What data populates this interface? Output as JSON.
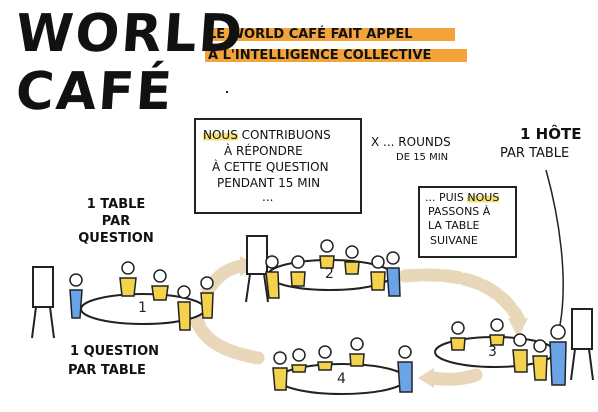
{
  "title": {
    "line1": "WORLD",
    "line2": "CAFÉ"
  },
  "subtitle": {
    "line1": "LE WORLD CAFÉ FAIT APPEL",
    "line2": "À L'INTELLIGENCE COLLECTIVE"
  },
  "note_box": {
    "line1_highlight": "NOUS",
    "line1_rest": " CONTRIBUONS",
    "line2": "À RÉPONDRE",
    "line3": "À CETTE QUESTION",
    "line4": "PENDANT 15 MIN",
    "line5": "..."
  },
  "rounds": {
    "line1": "X ... ROUNDS",
    "line2": "DE 15 MIN"
  },
  "host": {
    "line1": "1 HÔTE",
    "line2": "PAR TABLE"
  },
  "move_box": {
    "line1": "... PUIS ",
    "line1_highlight": "NOUS",
    "line2": "PASSONS À",
    "line3": "LA TABLE",
    "line4": "SUIVANE"
  },
  "table_question": {
    "line1": "1 TABLE",
    "line2": "PAR",
    "line3": "QUESTION"
  },
  "question_table": {
    "line1": "1 QUESTION",
    "line2": "PAR TABLE"
  },
  "tables": [
    "1",
    "2",
    "3",
    "4"
  ],
  "colors": {
    "highlight_orange": "#f2a33a",
    "highlight_yellow": "#f3e27a",
    "person_yellow": "#f4d24b",
    "person_blue": "#6aa3e8",
    "arrow_beige": "#e9d7b9",
    "ink": "#1a1a1a"
  }
}
